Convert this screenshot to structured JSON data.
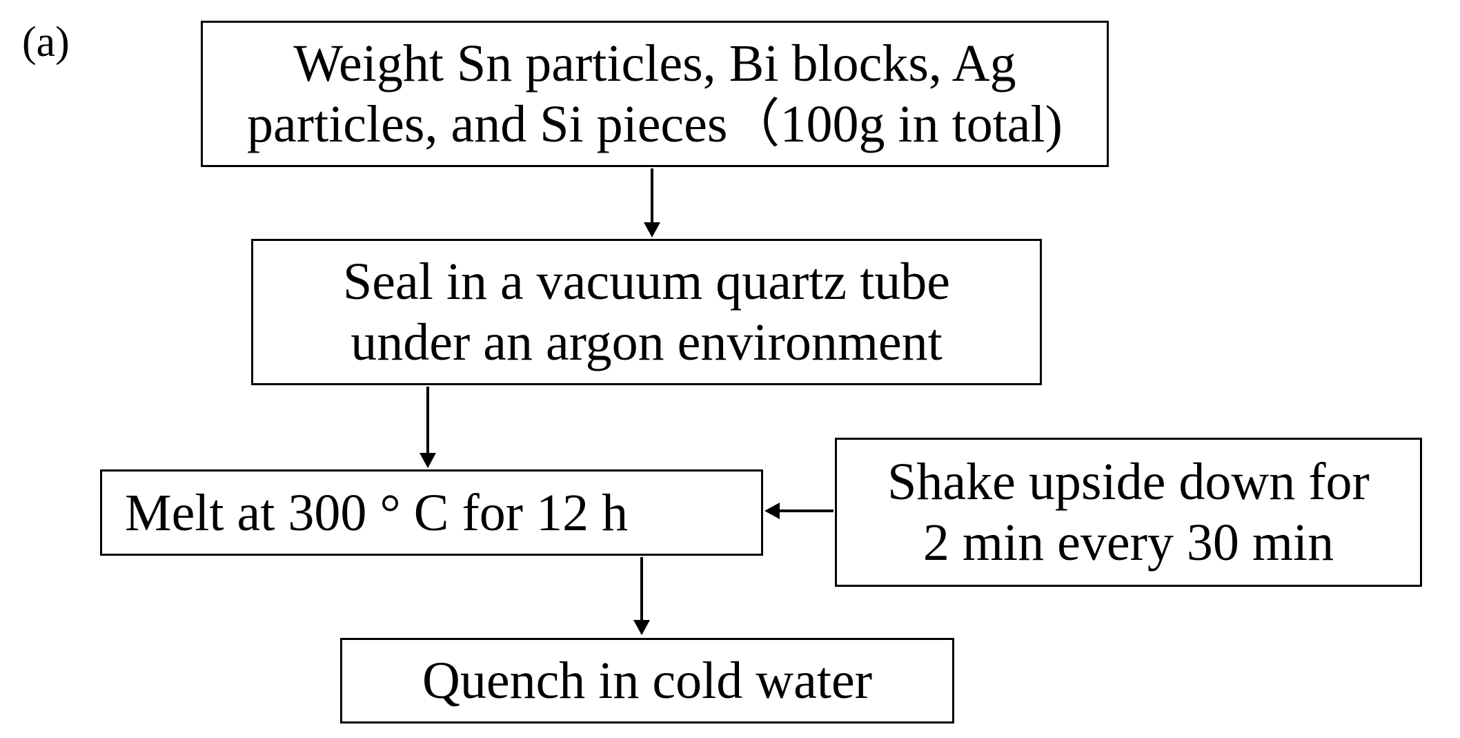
{
  "panel_label": "(a)",
  "steps": {
    "weigh": {
      "line1": "Weight Sn particles, Bi blocks, Ag",
      "line2": "particles, and Si pieces（100g in total)"
    },
    "seal": {
      "line1": "Seal in a vacuum quartz tube",
      "line2": "under an argon environment"
    },
    "melt": {
      "line1": "Melt at 300 ° C for 12 h"
    },
    "shake": {
      "line1": "Shake upside down for",
      "line2": "2 min every 30 min"
    },
    "quench": {
      "line1": "Quench in cold water"
    }
  }
}
